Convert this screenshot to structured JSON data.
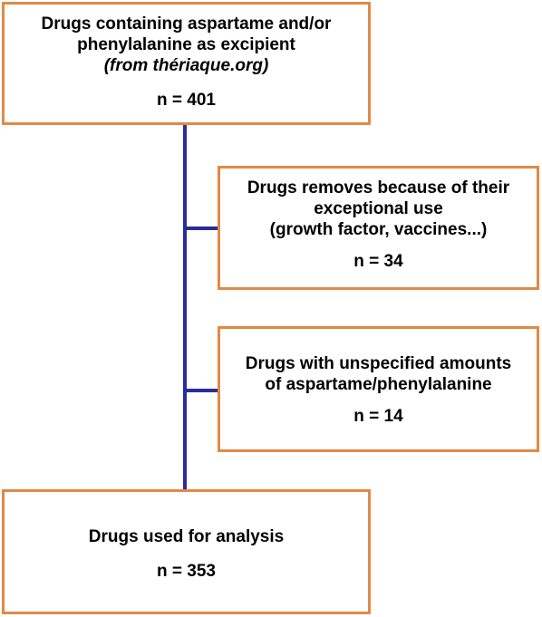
{
  "flowchart": {
    "start_box": {
      "lines": [
        "Drugs containing aspartame and/or",
        "phenylalanine as excipient"
      ],
      "source": "(from thériaque.org)",
      "count": "n = 401"
    },
    "exclusion_1": {
      "lines": [
        "Drugs removes because of their",
        "exceptional use",
        "(growth factor, vaccines...)"
      ],
      "count": "n = 34"
    },
    "exclusion_2": {
      "lines": [
        "Drugs with unspecified amounts",
        "of aspartame/phenylalanine"
      ],
      "count": "n = 14"
    },
    "final_box": {
      "lines": [
        "Drugs used for analysis"
      ],
      "count": "n = 353"
    }
  },
  "colors": {
    "box_border": "#e08a46",
    "connector": "#2b2b9c"
  }
}
